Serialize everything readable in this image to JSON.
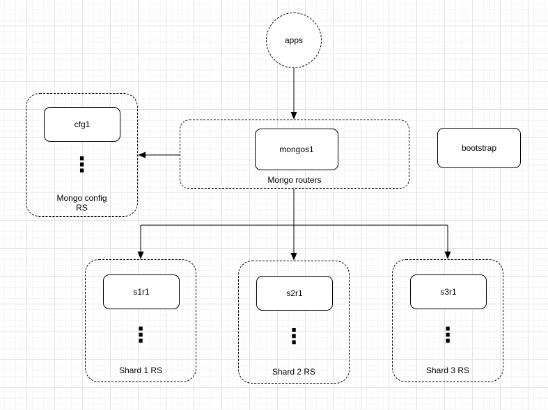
{
  "canvas": {
    "background": "#ffffff",
    "grid_major_color": "#e4e4e4",
    "grid_minor_color": "#f6f6f6",
    "stroke_color": "#000000",
    "text_color": "#000000"
  },
  "nodes": {
    "apps": {
      "label": "apps"
    },
    "routers_group": {
      "label": "Mongo routers"
    },
    "mongos1": {
      "label": "mongos1"
    },
    "bootstrap": {
      "label": "bootstrap"
    },
    "config_group": {
      "label": "Mongo config\nRS"
    },
    "cfg1": {
      "label": "cfg1"
    },
    "shard1_group": {
      "label": "Shard 1 RS"
    },
    "s1r1": {
      "label": "s1r1"
    },
    "shard2_group": {
      "label": "Shard 2 RS"
    },
    "s2r1": {
      "label": "s2r1"
    },
    "shard3_group": {
      "label": "Shard 3 RS"
    },
    "s3r1": {
      "label": "s3r1"
    }
  },
  "icons": {
    "vertical_ellipsis": "⋮"
  }
}
